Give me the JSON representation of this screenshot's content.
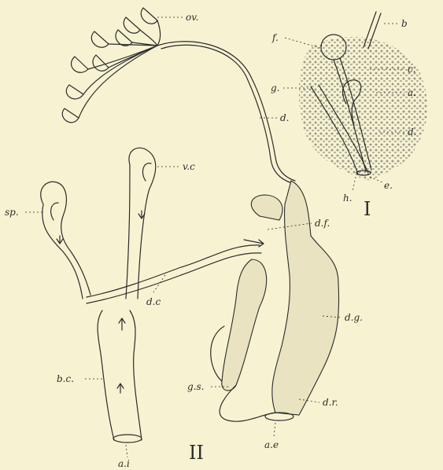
{
  "figure": {
    "panel_labels": {
      "one": "I",
      "two": "II"
    },
    "labels_panel_one": {
      "b": "b",
      "f": "f.",
      "c": "c.",
      "g": "g.",
      "a": "a.",
      "d": "d.",
      "h": "h.",
      "e": "e."
    },
    "labels_panel_two": {
      "ov": "ov.",
      "d": "d.",
      "vc": "v.c",
      "sp": "sp.",
      "df": "d.f.",
      "dc": "d.c",
      "dg": "d.g.",
      "bc": "b.c.",
      "gs": "g.s.",
      "dr": "d.r.",
      "ae": "a.e",
      "ai": "a.i"
    }
  }
}
